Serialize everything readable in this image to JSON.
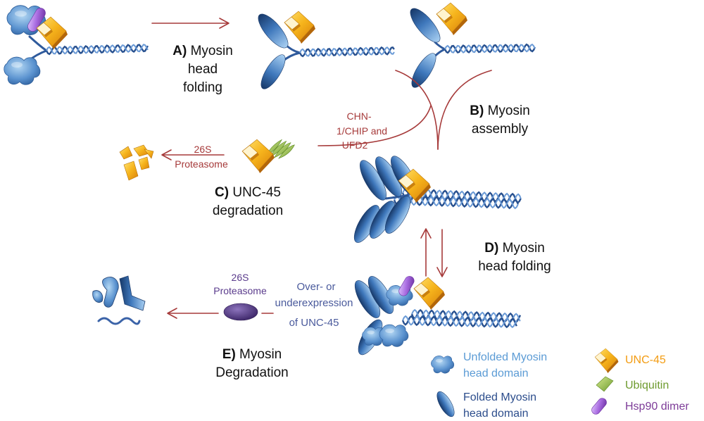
{
  "steps": {
    "a": {
      "letter": "A)",
      "line1": "Myosin",
      "line2": "head",
      "line3": "folding"
    },
    "b": {
      "letter": "B)",
      "line1": "Myosin",
      "line2": "assembly"
    },
    "c": {
      "letter": "C)",
      "line1": "UNC-45",
      "line2": "degradation"
    },
    "d": {
      "letter": "D)",
      "line1": "Myosin",
      "line2": "head folding"
    },
    "e": {
      "letter": "E)",
      "line1": "Myosin",
      "line2": "Degradation"
    }
  },
  "labels": {
    "chn1_chip": [
      "CHN-",
      "1/CHIP and",
      "UFD2"
    ],
    "proteasome_c": [
      "26S",
      "Proteasome"
    ],
    "proteasome_e": [
      "26S",
      "Proteasome"
    ],
    "expression": [
      "Over- or",
      "underexpression",
      "of UNC-45"
    ]
  },
  "legend": {
    "unfolded": {
      "icon": "unfolded-myosin-head-icon",
      "lines": [
        "Unfolded Myosin",
        "head domain"
      ]
    },
    "folded": {
      "icon": "folded-myosin-head-icon",
      "lines": [
        "Folded Myosin",
        "head domain"
      ]
    },
    "unc45": {
      "icon": "unc45-icon",
      "label": "UNC-45"
    },
    "ubiquitin": {
      "icon": "ubiquitin-icon",
      "label": "Ubiquitin"
    },
    "hsp90": {
      "icon": "hsp90-dimer-icon",
      "label": "Hsp90 dimer"
    }
  },
  "colors": {
    "step_text": "#111111",
    "arrow": "#a63a3a",
    "chn_label": "#a63a3a",
    "proteasome_c_label": "#a63a3a",
    "proteasome_e_label": "#5a3b8c",
    "expression_label": "#4a5a9c",
    "legend_unfolded_text": "#5b9bd5",
    "legend_folded_text": "#2c4d8c",
    "legend_unc45_text": "#f39c12",
    "legend_ubiquitin_text": "#6e9b2f",
    "legend_hsp90_text": "#7d3c98",
    "proteasome": "#4b3278"
  }
}
